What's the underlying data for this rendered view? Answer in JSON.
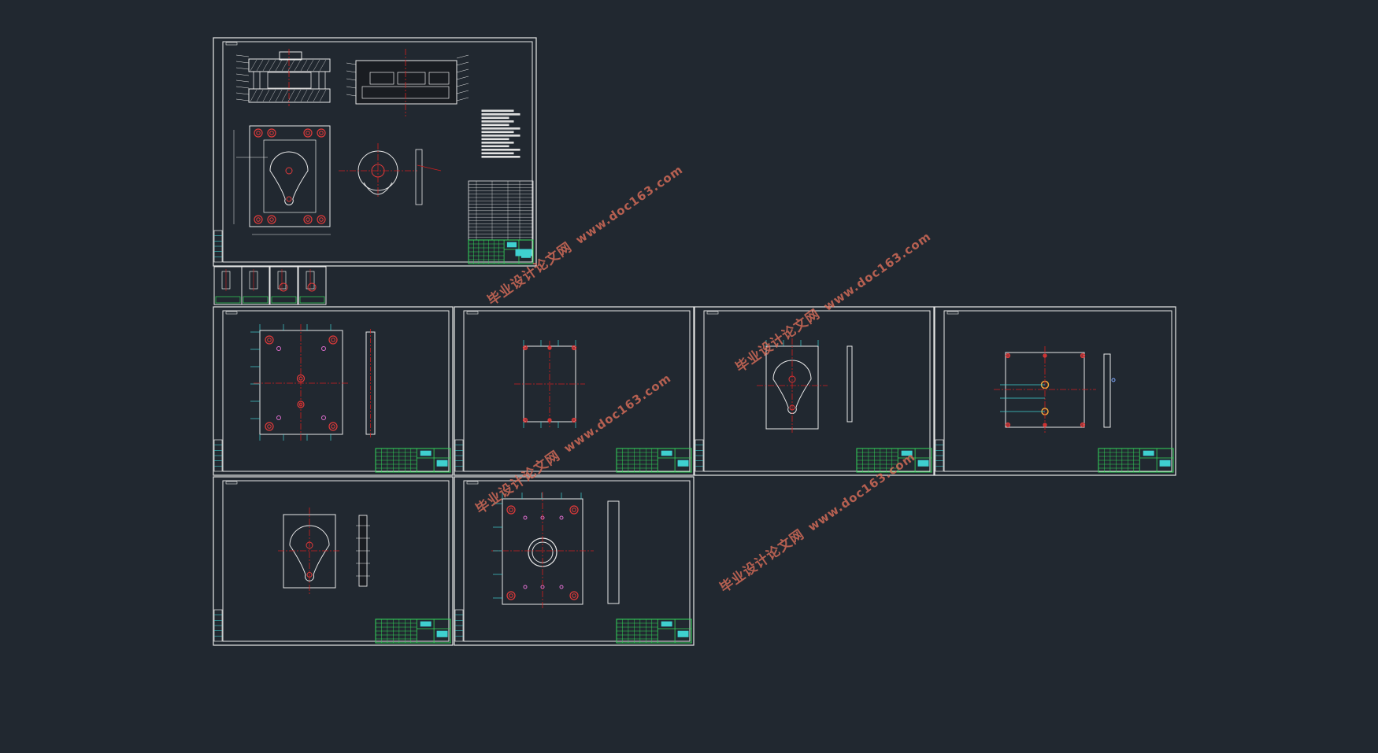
{
  "app": {
    "type": "cad-drawing-viewer"
  },
  "colors": {
    "background": "#212830",
    "frame": "#e8e8e8",
    "centerline": "#d11f1f",
    "dimension": "#3fd0d0",
    "titleblock": "#33d65a",
    "hole": "#e03a3a",
    "accent": "#e06fd0",
    "watermark": "#dc6e5a"
  },
  "watermarks": [
    {
      "cn": "毕业设计论文网",
      "url": "www.doc163.com"
    },
    {
      "cn": "毕业设计论文网",
      "url": "www.doc163.com"
    },
    {
      "cn": "毕业设计论文网",
      "url": "www.doc163.com"
    },
    {
      "cn": "毕业设计论文网",
      "url": "www.doc163.com"
    }
  ]
}
